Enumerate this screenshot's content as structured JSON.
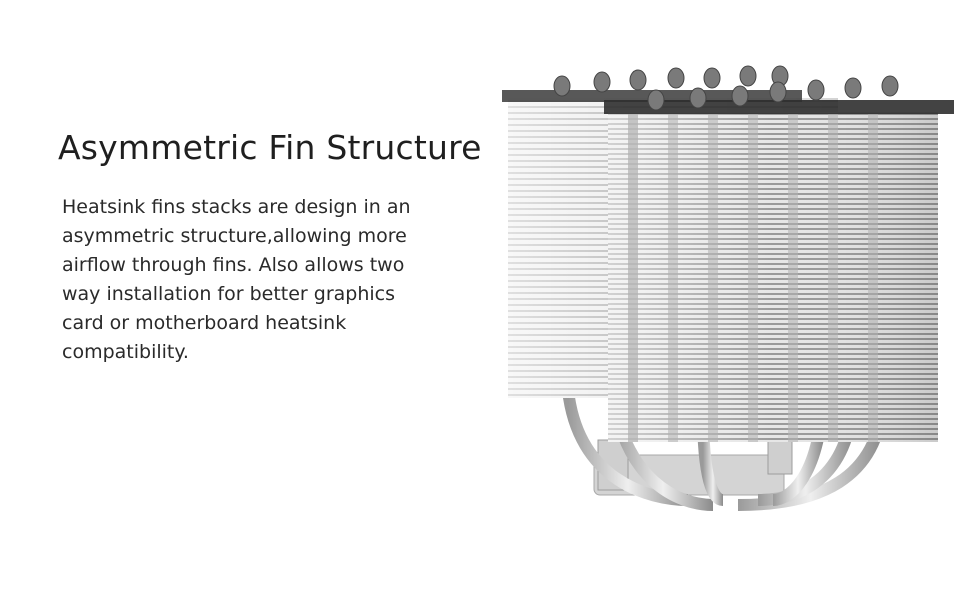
{
  "feature": {
    "title": "Asymmetric Fin Structure",
    "description_lines": [
      "Heatsink fins stacks are design in an",
      "asymmetric structure,allowing more",
      "airflow through fins. Also allows two",
      "way installation for better graphics",
      "card or motherboard heatsink",
      "compatibility."
    ]
  },
  "product_image": {
    "subject": "cpu-tower-heatsink",
    "colors": {
      "fin": "#d9d9d9",
      "fin_dark": "#8c8c8c",
      "pipe": "#c7c7c7"
    }
  }
}
